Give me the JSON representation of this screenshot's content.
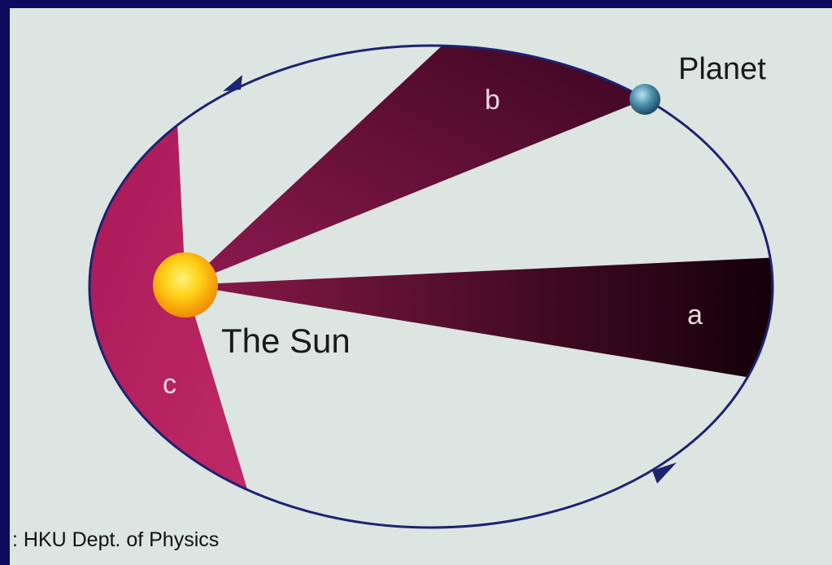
{
  "labels": {
    "planet": "Planet",
    "sun": "The Sun",
    "sector_a": "a",
    "sector_b": "b",
    "sector_c": "c"
  },
  "credit": ": HKU  Dept. of Physics",
  "colors": {
    "background": "#dde5e2",
    "border": "#0b0a5c",
    "orbit": "#1c2370",
    "sector_a": "#3a0018",
    "sector_b": "#6e0f3e",
    "sector_c": "#b4215f",
    "sun": "#ffc400",
    "planet": "#3c7a95"
  }
}
